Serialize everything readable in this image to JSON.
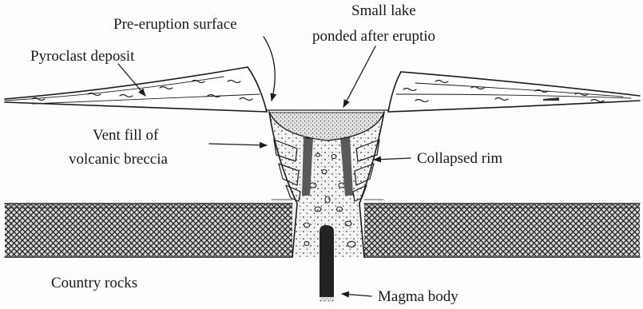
{
  "labels": {
    "pre_eruption_surface": "Pre-eruption surface",
    "small_lake_line1": "Small lake",
    "small_lake_line2": "ponded after eruptio",
    "pyroclast_deposit": "Pyroclast deposit",
    "vent_fill_line1": "Vent fill of",
    "vent_fill_line2": "volcanic breccia",
    "collapsed_rim": "Collapsed rim",
    "country_rocks": "Country rocks",
    "magma_body": "Magma body"
  },
  "icons": {
    "arrow": "arrow-icon"
  }
}
